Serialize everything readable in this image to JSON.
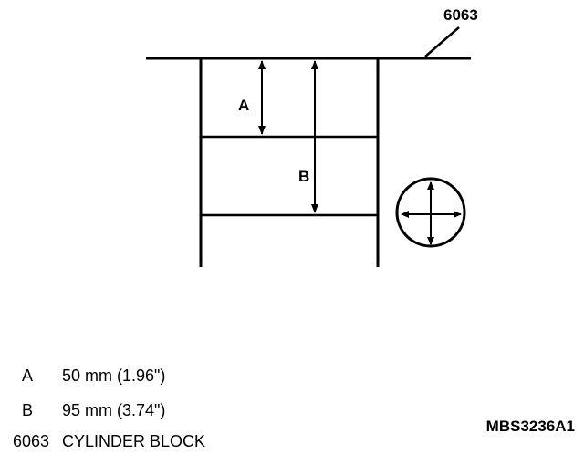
{
  "diagram": {
    "part_callout": "6063",
    "dim_a_label": "A",
    "dim_b_label": "B"
  },
  "legend": [
    {
      "key": "A",
      "text": "50 mm (1.96\")"
    },
    {
      "key": "B",
      "text": "95 mm (3.74\")"
    },
    {
      "key": "6063",
      "text": "CYLINDER BLOCK"
    }
  ],
  "figure_code": "MBS3236A1"
}
